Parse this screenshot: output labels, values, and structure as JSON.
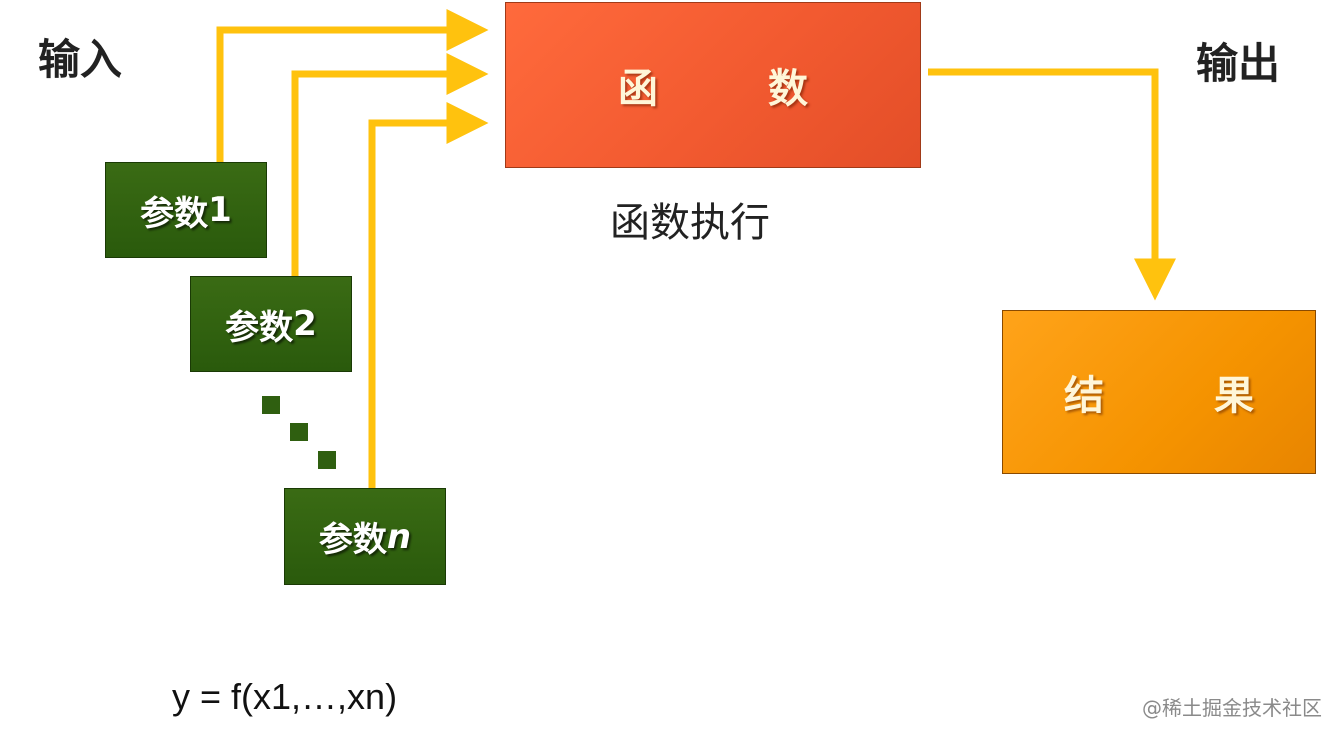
{
  "input_label": "输入",
  "output_label": "输出",
  "function_box": {
    "label": "函 数"
  },
  "execution_label": "函数执行",
  "params": [
    {
      "label": "参数",
      "index": "1"
    },
    {
      "label": "参数",
      "index": "2"
    },
    {
      "label": "参数",
      "index": "n"
    }
  ],
  "result_box": {
    "label": "结 果"
  },
  "formula": "y = f(x1,…,xn)",
  "watermark": "@稀土掘金技术社区",
  "colors": {
    "arrow": "#ffc20e",
    "param_bg": "#2f5f10",
    "function_bg": "#f25a30",
    "result_bg": "#f59300"
  }
}
